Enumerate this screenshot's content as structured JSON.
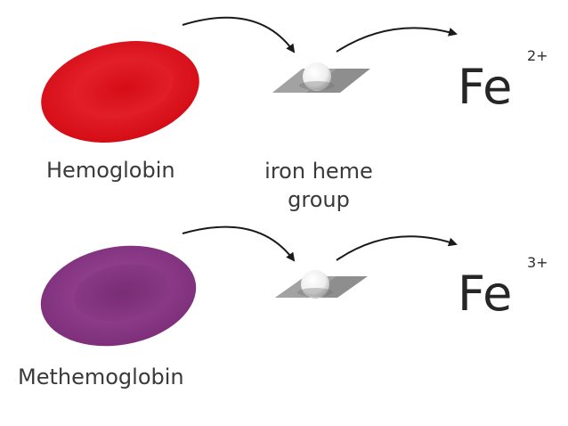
{
  "cells": [
    {
      "label": "Hemoglobin",
      "color": "#e0141c",
      "ion": "Fe",
      "charge": "2+"
    },
    {
      "label": "Methemoglobin",
      "color": "#8a3a86",
      "ion": "Fe",
      "charge": "3+"
    }
  ],
  "heme_label": "iron heme\ngroup",
  "colors": {
    "heme_plate": "#8e8e8e",
    "heme_ball": "#f4f4f4",
    "arrow": "#1a1a1a",
    "text": "#3a3a3a"
  }
}
